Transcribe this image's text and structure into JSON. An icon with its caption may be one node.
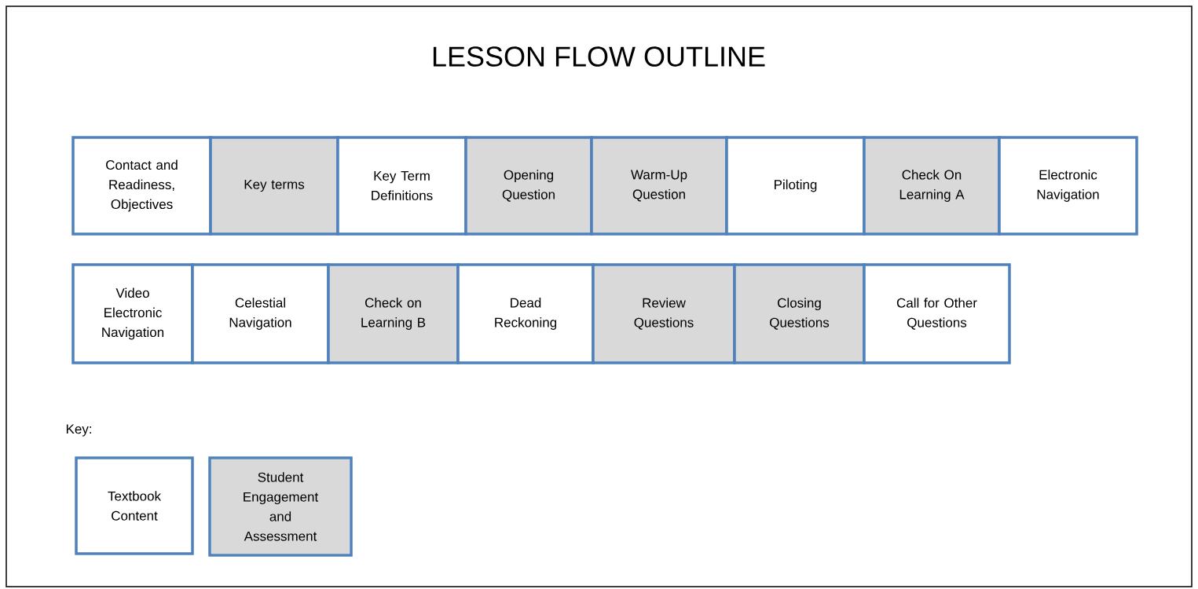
{
  "diagram": {
    "title": "LESSON FLOW OUTLINE",
    "nodes": [
      {
        "text": [
          "Contact and Readiness, Objectives"
        ]
      },
      {
        "text": [
          "Key terms"
        ]
      },
      {
        "text": [
          "Key Term Definitions"
        ]
      },
      {
        "text": [
          "Opening Question"
        ]
      },
      {
        "text": [
          "Warm-Up Question"
        ]
      },
      {
        "text": [
          "Piloting"
        ]
      },
      {
        "text": [
          "Check On Learning A"
        ]
      },
      {
        "text": [
          "Electronic Navigation"
        ]
      },
      {
        "text": [
          "Video Electronic Navigation"
        ]
      },
      {
        "text": [
          "Celestial Navigation"
        ]
      },
      {
        "text": [
          "Check on Learning B"
        ]
      },
      {
        "text": [
          "Dead Reckoning"
        ]
      },
      {
        "text": [
          "Review Questions"
        ]
      },
      {
        "text": [
          "Closing Questions"
        ]
      },
      {
        "text": [
          "Call for Other Questions"
        ]
      }
    ],
    "labels": [
      "Key:"
    ],
    "legend": [
      {
        "text": "Textbook Content",
        "color": "#ffffff"
      },
      {
        "text": "Student Engagement and Assessment",
        "color": "#d9d9d9"
      }
    ]
  }
}
